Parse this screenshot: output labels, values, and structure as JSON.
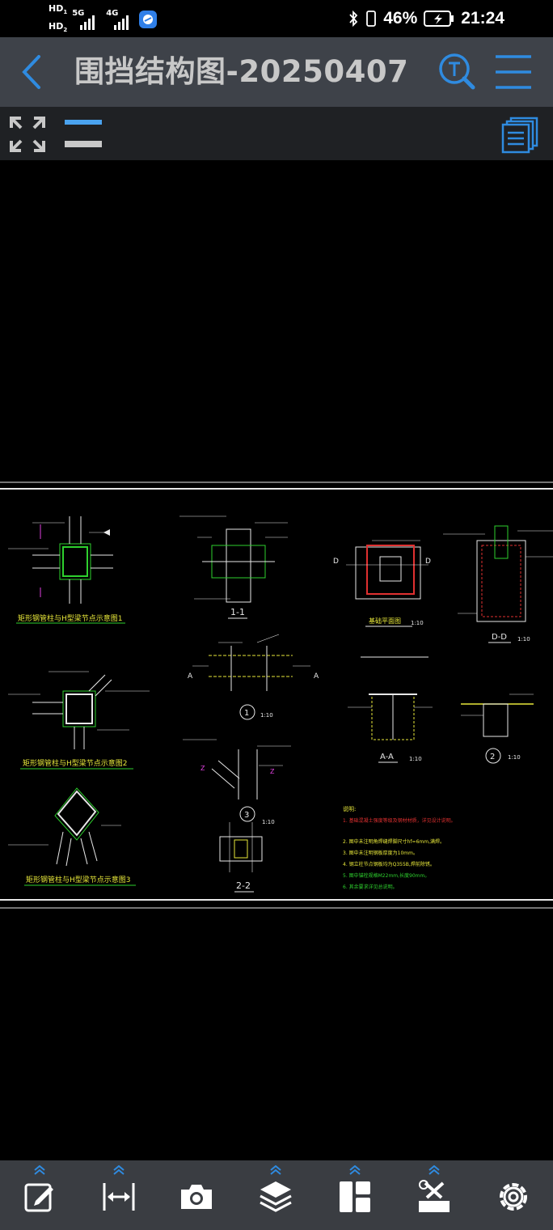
{
  "status_bar": {
    "hd1": "HD",
    "hd1_sub": "1",
    "hd2": "HD",
    "hd2_sub": "2",
    "net1": "5G",
    "net2": "4G",
    "battery_pct": "46%",
    "time": "21:24"
  },
  "title_bar": {
    "title": "围挡结构图-20250407"
  },
  "drawing": {
    "section_labels": [
      "1-1",
      "2-2",
      "A-A",
      "D-D"
    ],
    "view_titles": {
      "node1": "矩形钢管柱与H型梁节点示意图1",
      "node2": "矩形钢管柱与H型梁节点示意图2",
      "node3": "矩形钢管柱与H型梁节点示意图3",
      "foundation_plan": "基础平面图"
    },
    "scales": [
      "1:10",
      "1:10",
      "1:10",
      "1:10",
      "1:10",
      "1:10"
    ],
    "circle_labels": [
      "1",
      "2",
      "3"
    ],
    "notes_title": "说明:",
    "notes": [
      "1. 基础混凝土强度等级及钢材材质，详见设计说明。",
      "2. 图中未注明角焊缝焊脚尺寸hf=6mm,满焊。",
      "3. 图中未注明钢板厚度为10mm。",
      "4. 钢立柱节点钢板均为Q355B,焊前除锈。",
      "5. 图中锚栓规格M22mm,长度90mm。",
      "6. 其余要求详见总说明。"
    ]
  },
  "colors": {
    "title_bar_bg": "#3e4249",
    "toolbar_bg": "#1f2124",
    "bottom_bar_bg": "#3a3d42",
    "accent_blue": "#2f8be0",
    "cad_green": "#2ed12e",
    "cad_yellow": "#e8e83a",
    "cad_red": "#e03030"
  },
  "icons": {
    "back": "chevron-left-icon",
    "search": "text-search-icon",
    "menu": "hamburger-menu-icon",
    "fit": "fit-screen-icon",
    "line": "line-weight-icon",
    "layout": "layout-list-icon",
    "bottom_tools": [
      "edit-icon",
      "measure-icon",
      "camera-icon",
      "layers-icon",
      "layout-icon",
      "tools-icon",
      "settings-icon"
    ]
  }
}
